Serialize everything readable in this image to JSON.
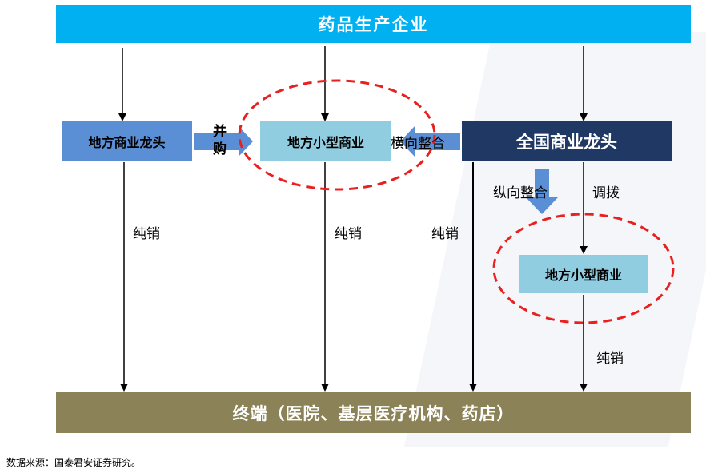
{
  "nodes": {
    "manufacturer": "药品生产企业",
    "local_leader": "地方商业龙头",
    "local_small_1": "地方小型商业",
    "national_leader": "全国商业龙头",
    "local_small_2": "地方小型商业",
    "terminal": "终端（医院、基层医疗机构、药店）"
  },
  "edges": {
    "merger": "并购",
    "horizontal_integration": "横向整合",
    "vertical_integration": "纵向整合",
    "allocation": "调拨",
    "pure_sales_1": "纯销",
    "pure_sales_2": "纯销",
    "pure_sales_3": "纯销",
    "pure_sales_4": "纯销"
  },
  "footer": {
    "source": "数据来源：国泰君安证券研究。"
  },
  "colors": {
    "top_bar": "#00b0f0",
    "bottom_bar": "#8b8257",
    "local_leader": "#5b8fd5",
    "local_small": "#90cde0",
    "national_leader": "#1f3864",
    "flow_arrow": "#5b8fd5",
    "highlight_ellipse": "#e82020"
  }
}
